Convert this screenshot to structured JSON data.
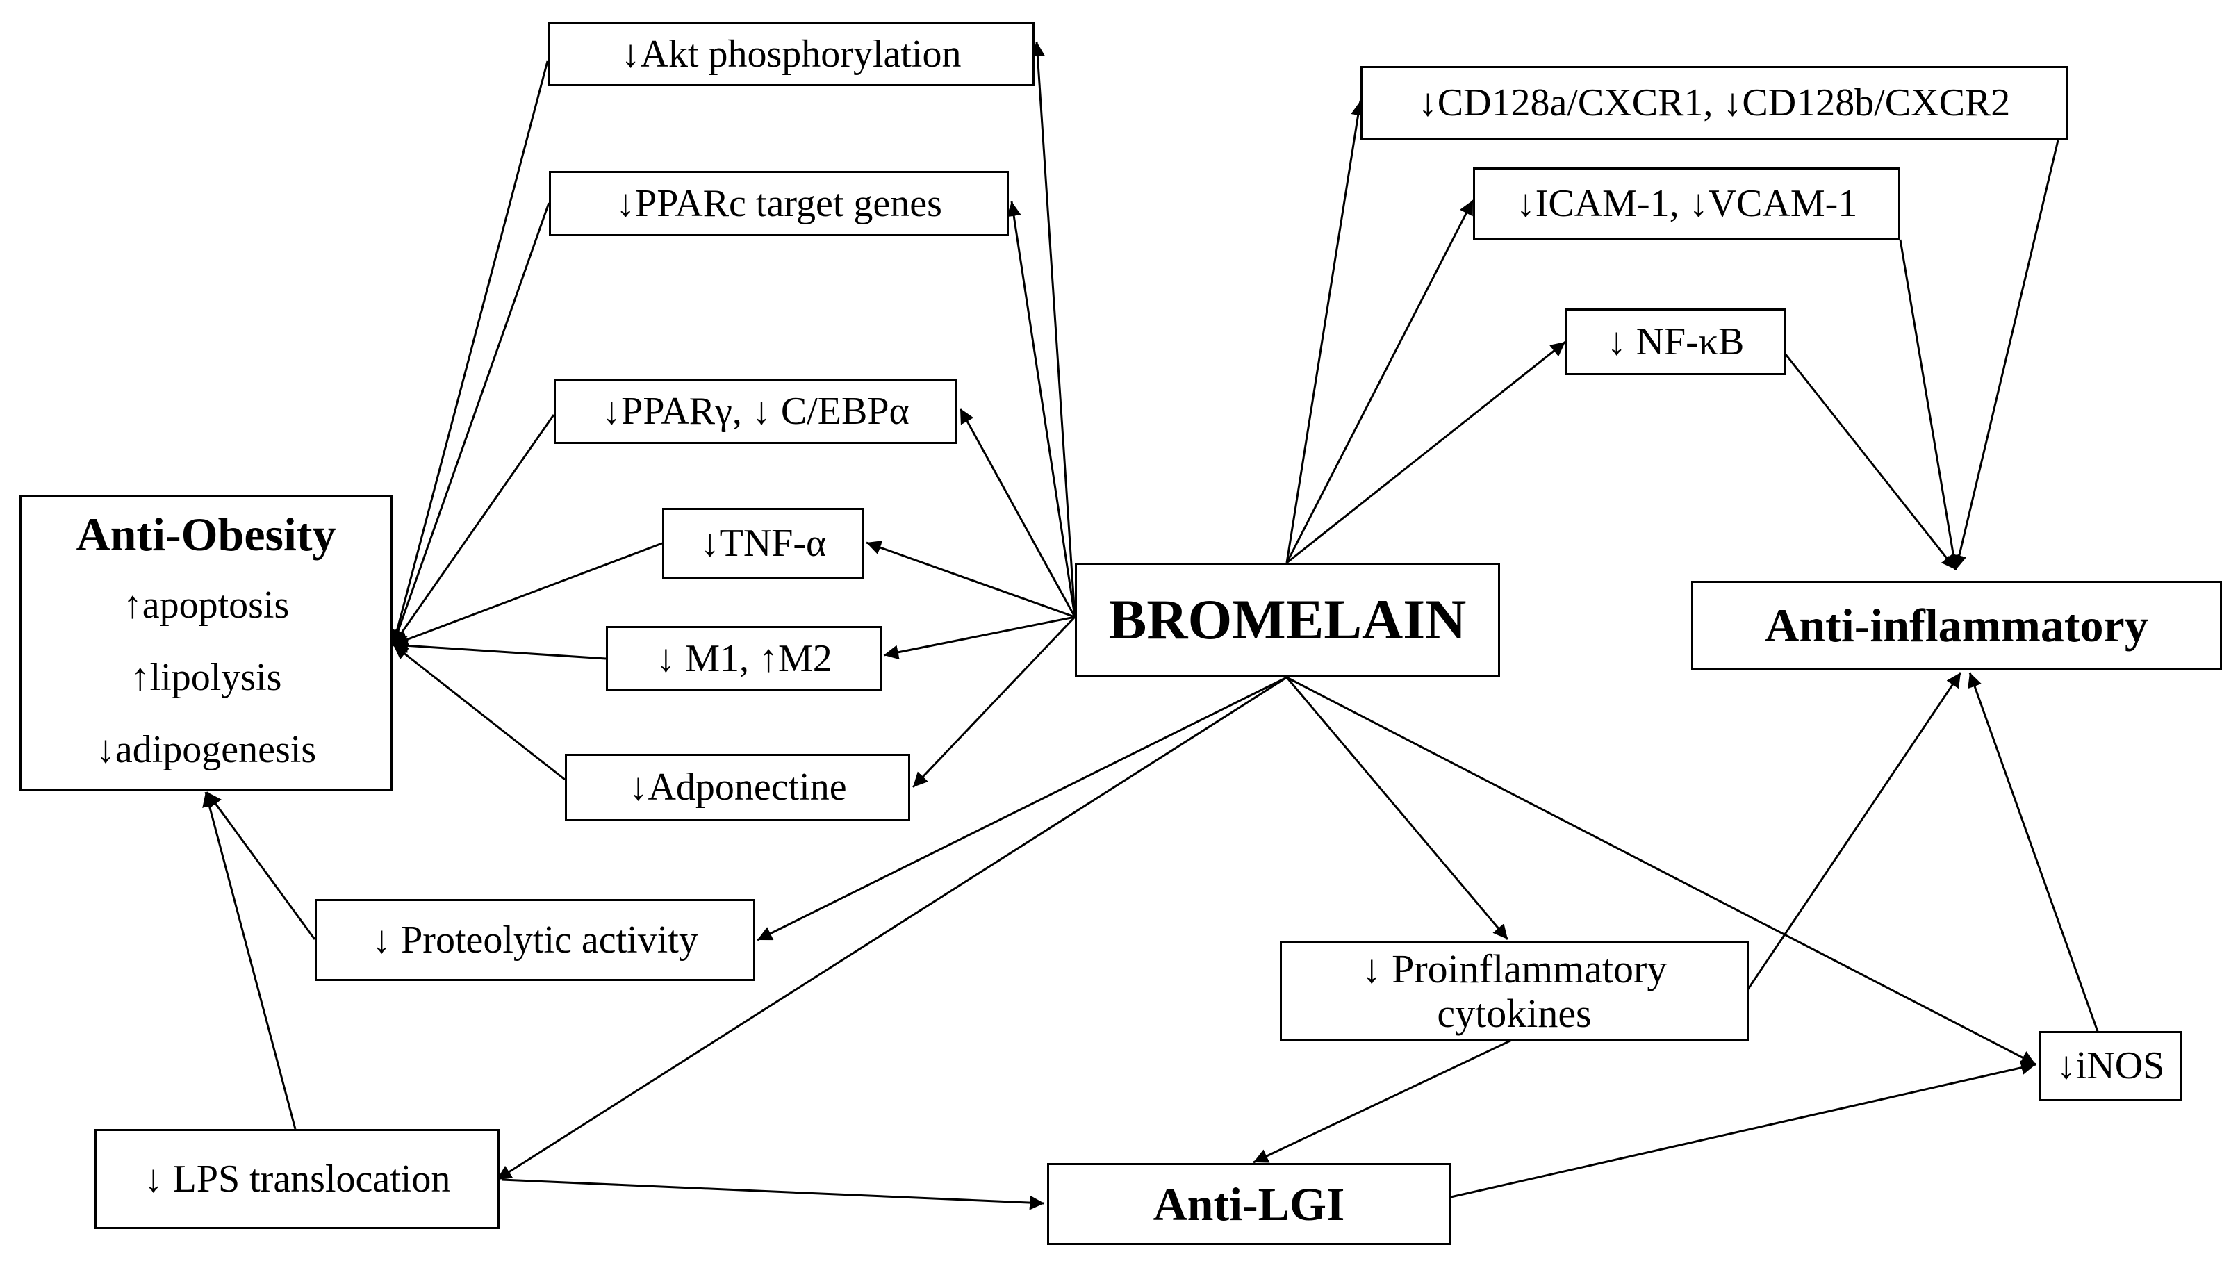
{
  "nodes": {
    "akt": "↓Akt phosphorylation",
    "pparc": "↓PPARc target genes",
    "ppargamma": "↓PPARγ, ↓ C/EBPα",
    "tnf": "↓TNF-α",
    "m1m2": "↓ M1, ↑M2",
    "adpo": "↓Adponectine",
    "cd128": "↓CD128a/CXCR1, ↓CD128b/CXCR2",
    "icam": "↓ICAM-1, ↓VCAM-1",
    "nfkb": "↓ NF-κB",
    "bromelain": "BROMELAIN",
    "anti_inflammatory": "Anti-inflammatory",
    "anti_obesity": {
      "title": "Anti-Obesity",
      "items": [
        "↑apoptosis",
        "↑lipolysis",
        "↓adipogenesis"
      ]
    },
    "proteolytic": "↓ Proteolytic activity",
    "proinflammatory": "↓ Proinflammatory cytokines",
    "inos": "↓iNOS",
    "lps": "↓ LPS translocation",
    "anti_lgi": "Anti-LGI"
  }
}
